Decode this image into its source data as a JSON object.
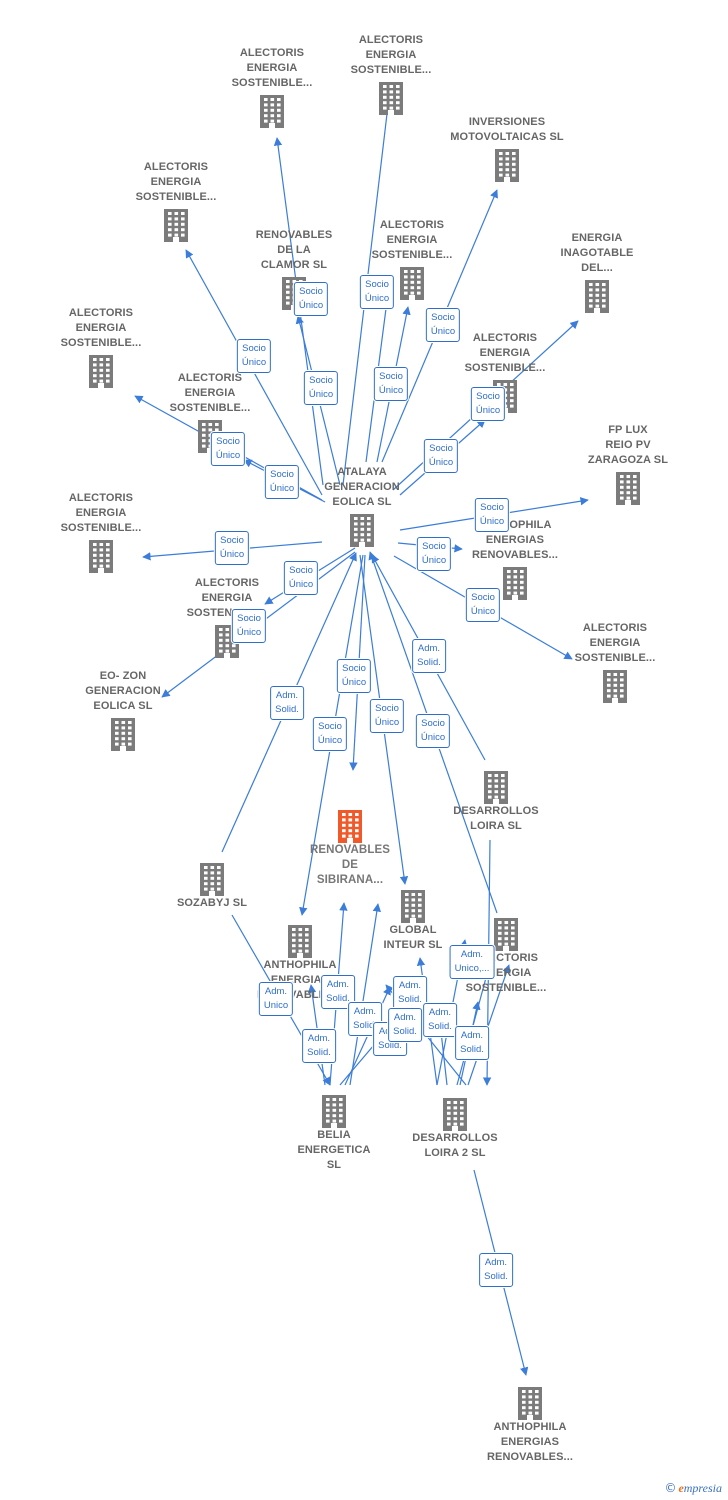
{
  "colors": {
    "edge": "#3b7dd8",
    "building": "#7b7b7b",
    "focus": "#f05a2a",
    "tag": "#2f6fc9"
  },
  "nodes": [
    {
      "id": "n1",
      "label": [
        "ALECTORIS",
        "ENERGIA",
        "SOSTENIBLE..."
      ],
      "icon": "building-icon"
    },
    {
      "id": "n2",
      "label": [
        "ALECTORIS",
        "ENERGIA",
        "SOSTENIBLE..."
      ],
      "icon": "building-icon"
    },
    {
      "id": "n3",
      "label": [
        "INVERSIONES",
        "MOTOVOLTAICAS SL"
      ],
      "icon": "building-icon"
    },
    {
      "id": "n4",
      "label": [
        "ALECTORIS",
        "ENERGIA",
        "SOSTENIBLE..."
      ],
      "icon": "building-icon"
    },
    {
      "id": "n5",
      "label": [
        "RENOVABLES",
        "DE LA",
        "CLAMOR  SL"
      ],
      "icon": "building-icon"
    },
    {
      "id": "n6",
      "label": [
        "ALECTORIS",
        "ENERGIA",
        "SOSTENIBLE..."
      ],
      "icon": "building-icon"
    },
    {
      "id": "n7",
      "label": [
        "ENERGIA",
        "INAGOTABLE",
        "DEL..."
      ],
      "icon": "building-icon"
    },
    {
      "id": "n8",
      "label": [
        "ALECTORIS",
        "ENERGIA",
        "SOSTENIBLE..."
      ],
      "icon": "building-icon"
    },
    {
      "id": "n9",
      "label": [
        "ALECTORIS",
        "ENERGIA",
        "SOSTENIBLE..."
      ],
      "icon": "building-icon"
    },
    {
      "id": "n10",
      "label": [
        "ALECTORIS",
        "ENERGIA",
        "SOSTENIBLE..."
      ],
      "icon": "building-icon"
    },
    {
      "id": "n11",
      "label": [
        "ATALAYA",
        "GENERACION",
        "EOLICA  SL"
      ],
      "icon": "building-icon"
    },
    {
      "id": "n12",
      "label": [
        "FP LUX",
        "REIO PV",
        "ZARAGOZA  SL"
      ],
      "icon": "building-icon"
    },
    {
      "id": "n13",
      "label": [
        "ALECTORIS",
        "ENERGIA",
        "SOSTENIBLE..."
      ],
      "icon": "building-icon"
    },
    {
      "id": "n14",
      "label": [
        "ANTHOPHILA",
        "ENERGIAS",
        "RENOVABLES..."
      ],
      "icon": "building-icon"
    },
    {
      "id": "n15",
      "label": [
        "ALECTORIS",
        "ENERGIA",
        "SOSTENIBLE..."
      ],
      "icon": "building-icon"
    },
    {
      "id": "n16",
      "label": [
        "ALECTORIS",
        "ENERGIA",
        "SOSTENIBLE..."
      ],
      "icon": "building-icon"
    },
    {
      "id": "n17",
      "label": [
        "EO- ZON",
        "GENERACION",
        "EOLICA  SL"
      ],
      "icon": "building-icon"
    },
    {
      "id": "n18",
      "label": [
        "DESARROLLOS",
        "LOIRA SL"
      ],
      "icon": "building-icon"
    },
    {
      "id": "n19",
      "label": [
        "RENOVABLES",
        "DE",
        "SIBIRANA..."
      ],
      "icon": "building-icon-focus"
    },
    {
      "id": "n20",
      "label": [
        "SOZABYJ SL"
      ],
      "icon": "building-icon"
    },
    {
      "id": "n21",
      "label": [
        "GLOBAL",
        "INTEUR  SL"
      ],
      "icon": "building-icon"
    },
    {
      "id": "n22",
      "label": [
        "ALECTORIS",
        "ENERGIA",
        "SOSTENIBLE..."
      ],
      "icon": "building-icon"
    },
    {
      "id": "n23",
      "label": [
        "ANTHOPHILA",
        "ENERGIAS",
        "RENOVABLES..."
      ],
      "icon": "building-icon"
    },
    {
      "id": "n24",
      "label": [
        "BELIA",
        "ENERGETICA",
        "SL"
      ],
      "icon": "building-icon"
    },
    {
      "id": "n25",
      "label": [
        "DESARROLLOS",
        "LOIRA 2  SL"
      ],
      "icon": "building-icon"
    },
    {
      "id": "n26",
      "label": [
        "ANTHOPHILA",
        "ENERGIAS",
        "RENOVABLES..."
      ],
      "icon": "building-icon"
    }
  ],
  "tags": [
    {
      "lines": [
        "Socio",
        "Único"
      ]
    },
    {
      "lines": [
        "Socio",
        "Único"
      ]
    },
    {
      "lines": [
        "Socio",
        "Único"
      ]
    },
    {
      "lines": [
        "Socio",
        "Único"
      ]
    },
    {
      "lines": [
        "Socio",
        "Único"
      ]
    },
    {
      "lines": [
        "Socio",
        "Único"
      ]
    },
    {
      "lines": [
        "Socio",
        "Único"
      ]
    },
    {
      "lines": [
        "Socio",
        "Único"
      ]
    },
    {
      "lines": [
        "Socio",
        "Único"
      ]
    },
    {
      "lines": [
        "Socio",
        "Único"
      ]
    },
    {
      "lines": [
        "Socio",
        "Único"
      ]
    },
    {
      "lines": [
        "Socio",
        "Único"
      ]
    },
    {
      "lines": [
        "Socio",
        "Único"
      ]
    },
    {
      "lines": [
        "Socio",
        "Único"
      ]
    },
    {
      "lines": [
        "Socio",
        "Único"
      ]
    },
    {
      "lines": [
        "Socio",
        "Único"
      ]
    },
    {
      "lines": [
        "Socio",
        "Único"
      ]
    },
    {
      "lines": [
        "Socio",
        "Único"
      ]
    },
    {
      "lines": [
        "Socio",
        "Único"
      ]
    },
    {
      "lines": [
        "Socio",
        "Único"
      ]
    },
    {
      "lines": [
        "Adm.",
        "Solid."
      ]
    },
    {
      "lines": [
        "Adm.",
        "Solid."
      ]
    },
    {
      "lines": [
        "Adm.",
        "Unico,..."
      ]
    },
    {
      "lines": [
        "Adm.",
        "Unico"
      ]
    },
    {
      "lines": [
        "Adm.",
        "Solid."
      ]
    },
    {
      "lines": [
        "Adm.",
        "Solid."
      ]
    },
    {
      "lines": [
        "Adm.",
        "Solid."
      ]
    },
    {
      "lines": [
        "Adm.",
        "Solid."
      ]
    },
    {
      "lines": [
        "Adm.",
        "Solid."
      ]
    },
    {
      "lines": [
        "Adm.",
        "Solid."
      ]
    },
    {
      "lines": [
        "Adm.",
        "Solid."
      ]
    },
    {
      "lines": [
        "Adm.",
        "Solid."
      ]
    },
    {
      "lines": [
        "Adm.",
        "Solid."
      ]
    }
  ],
  "watermark": {
    "copyright": "©",
    "brand_initial": "e",
    "brand_rest": "mpresia"
  }
}
